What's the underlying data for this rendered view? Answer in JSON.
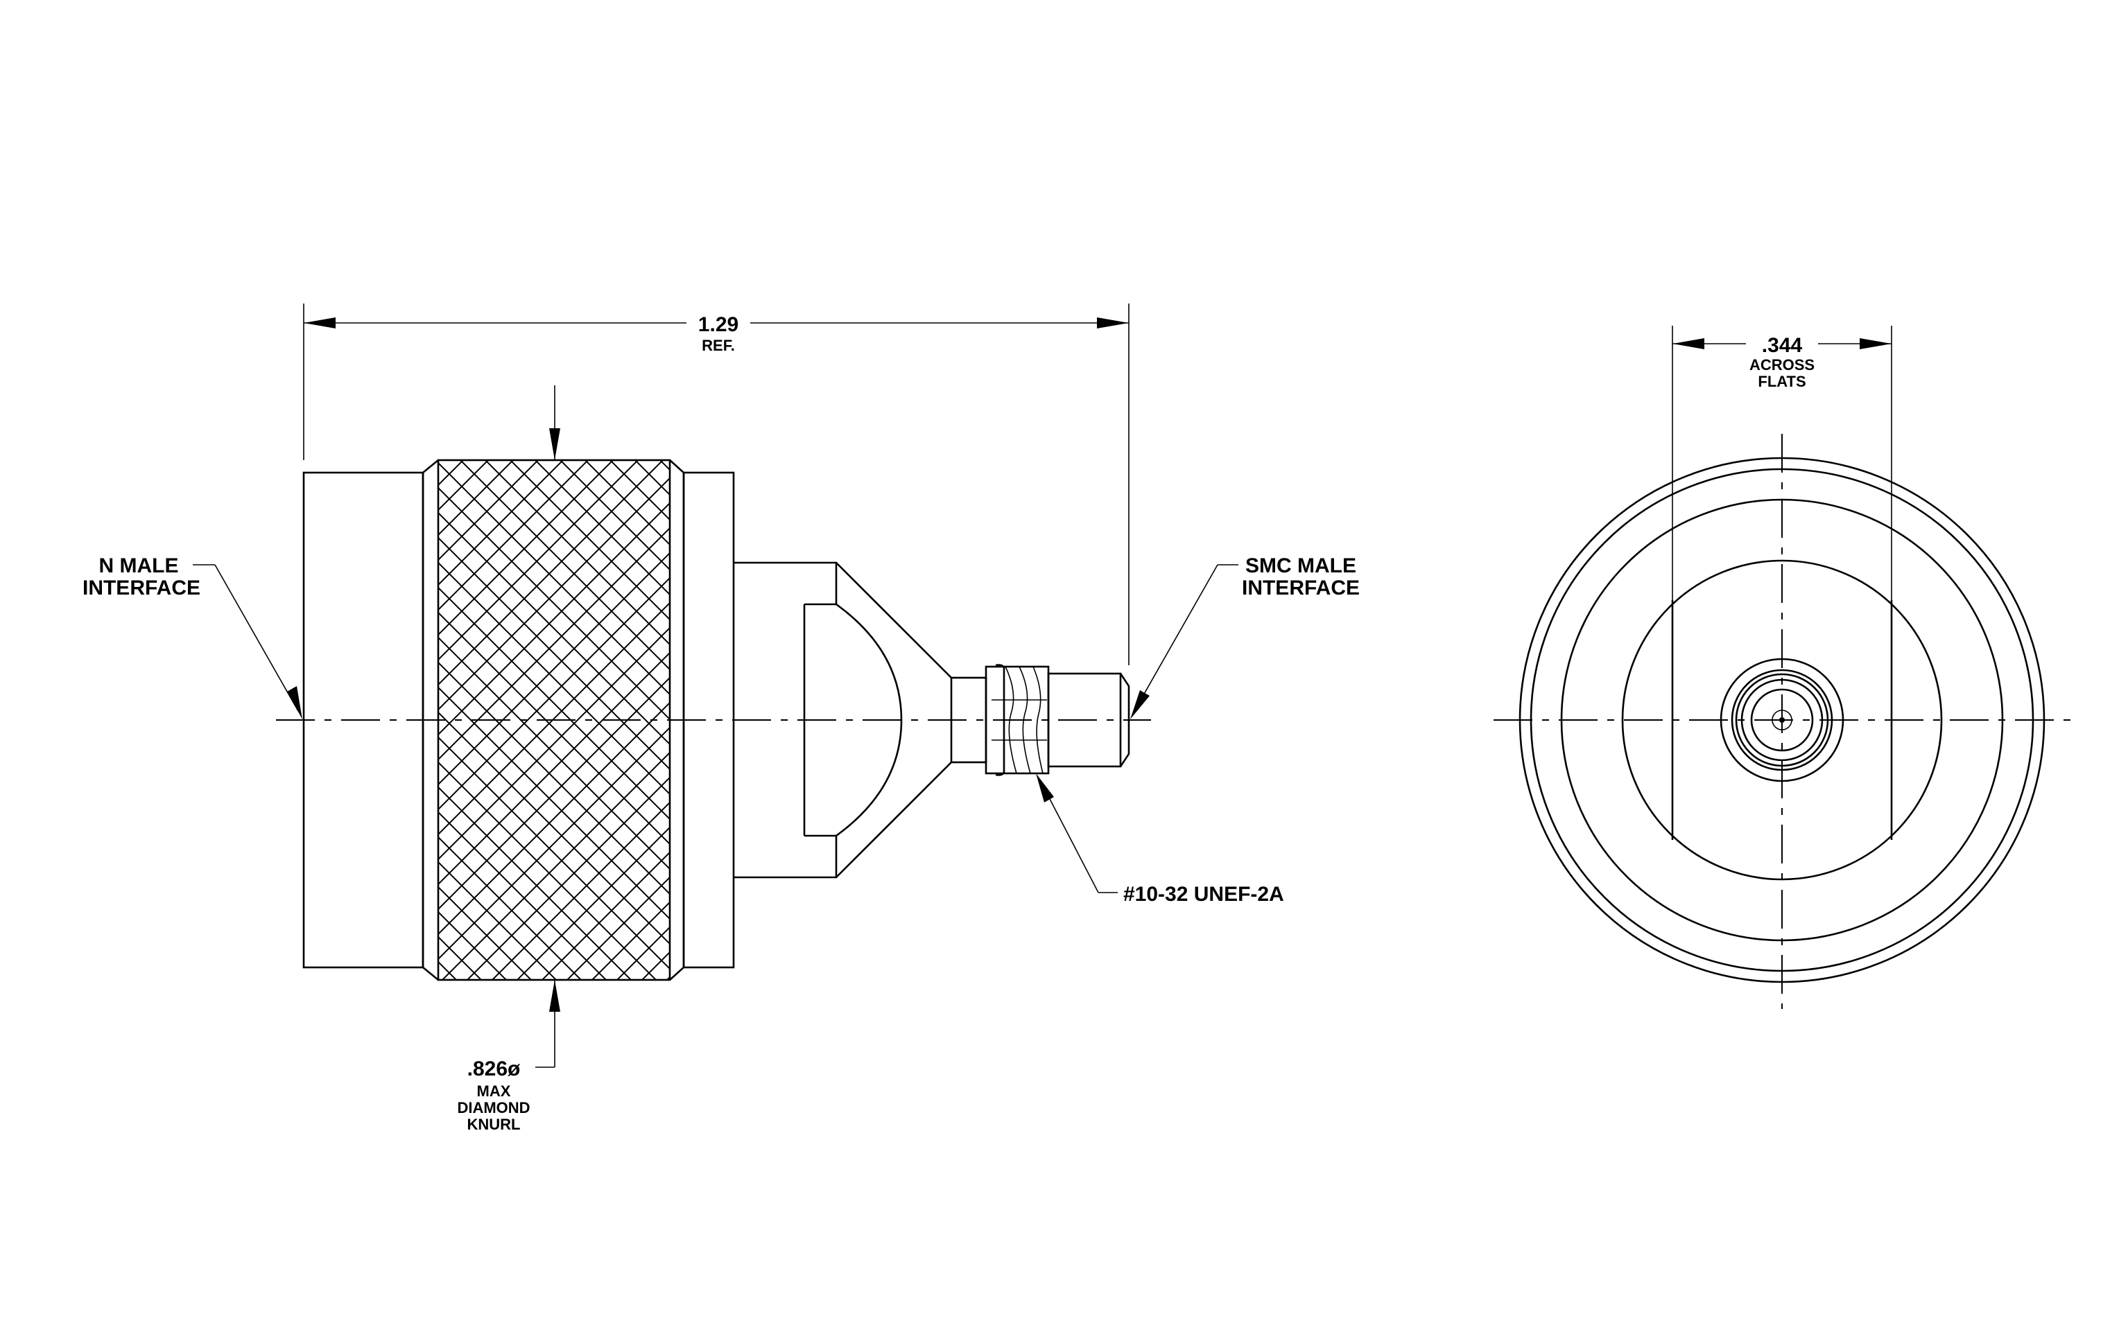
{
  "colors": {
    "ink": "#000000",
    "background": "#ffffff"
  },
  "dimensions": {
    "overall_length": {
      "value": "1.29",
      "note": "REF."
    },
    "across_flats": {
      "value": ".344",
      "note_lines": [
        "ACROSS",
        "FLATS"
      ]
    },
    "knurl": {
      "value": ".826ø",
      "note_lines": [
        "MAX",
        "DIAMOND",
        "KNURL"
      ]
    }
  },
  "callouts": {
    "n_male": [
      "N MALE",
      "INTERFACE"
    ],
    "smc_male": [
      "SMC MALE",
      "INTERFACE"
    ],
    "thread": "#10-32 UNEF-2A"
  }
}
